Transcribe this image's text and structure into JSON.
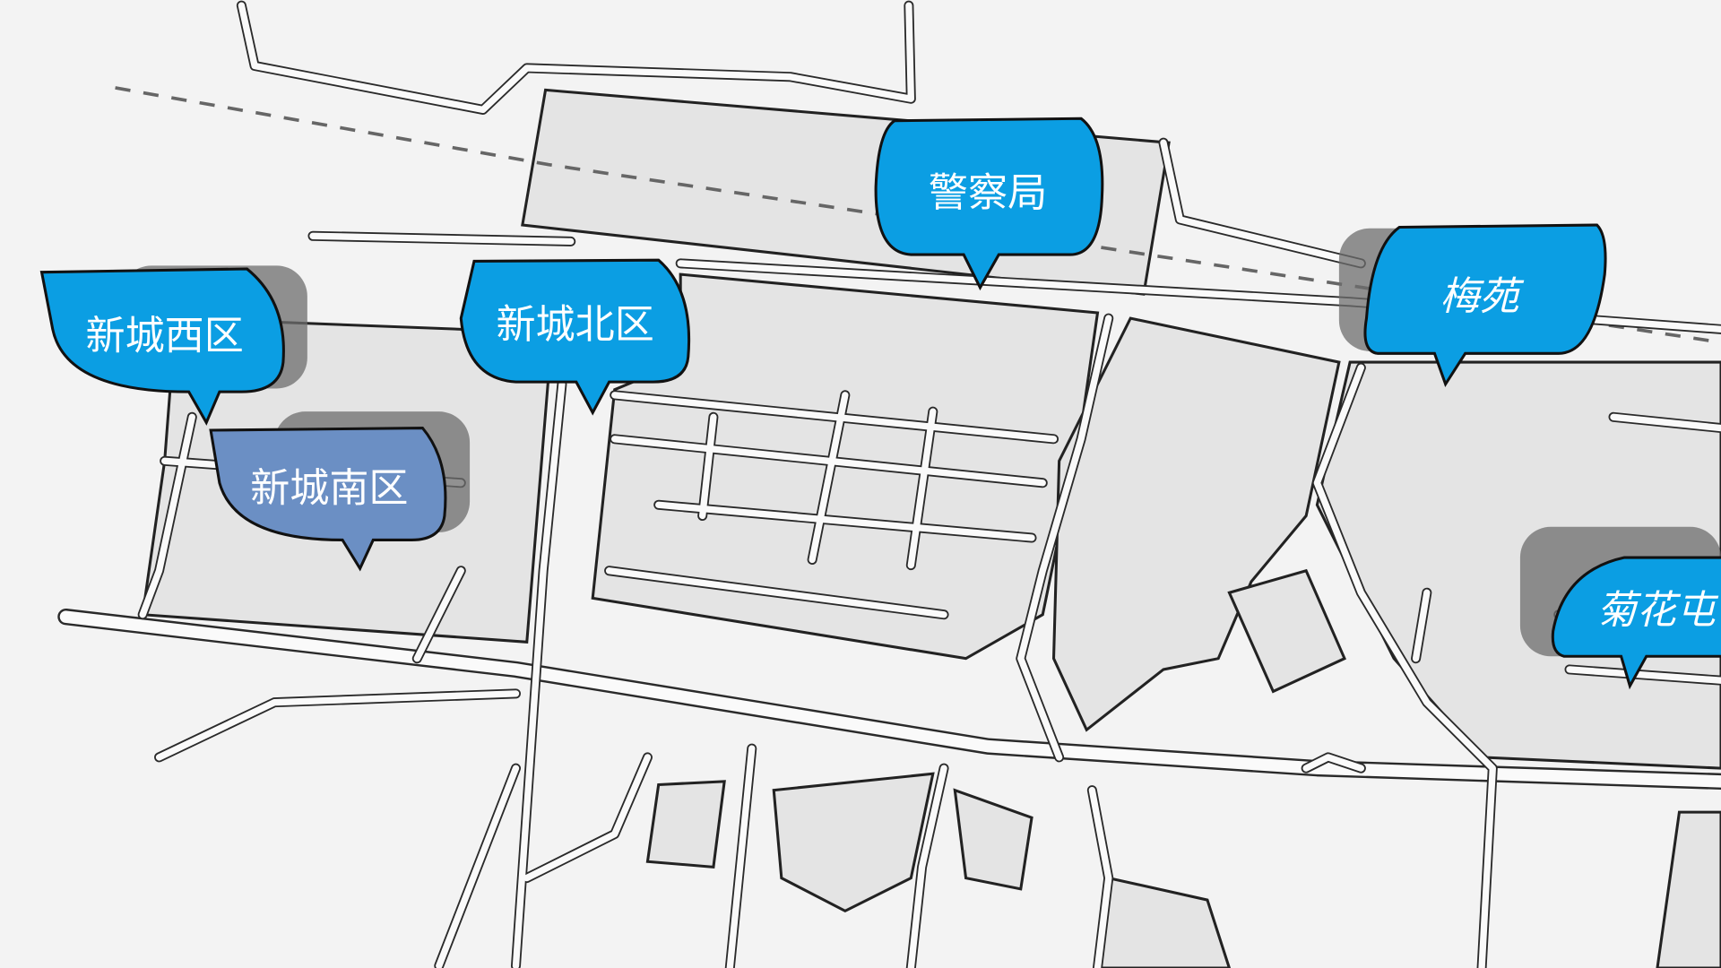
{
  "map": {
    "colors": {
      "marker": "#0b9ee3",
      "marker_selected": "#6b8fc4",
      "shadow": "#6e6e6e",
      "block": "#e4e4e4"
    },
    "markers": [
      {
        "label": "新城西区",
        "state": "default"
      },
      {
        "label": "新城南区",
        "state": "selected"
      },
      {
        "label": "新城北区",
        "state": "default"
      },
      {
        "label": "警察局",
        "state": "default"
      },
      {
        "label": "梅苑",
        "state": "default"
      },
      {
        "label": "菊花屯",
        "state": "default"
      }
    ]
  }
}
